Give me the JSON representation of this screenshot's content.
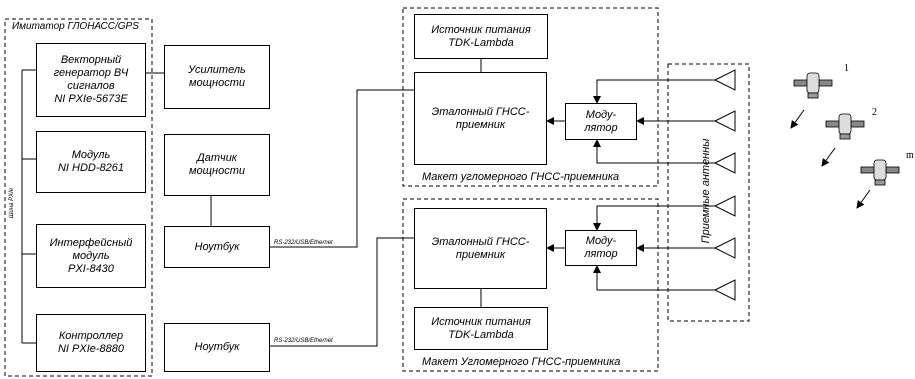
{
  "simulator": {
    "title": "Имитатор ГЛОНАСС/GPS",
    "bus_label": "Шина PXIe",
    "modules": [
      "Векторный\nгенератор ВЧ\nсигналов\nNI PXIe-5673E",
      "Модуль\nNI HDD-8261",
      "Интерфейсный\nмодуль\nPXI-8430",
      "Контроллер\nNI PXIe-8880"
    ]
  },
  "amplifier": "Усилитель\nмощности",
  "power_sensor": "Датчик\nмощности",
  "laptop_label": "Ноутбук",
  "interface_label": "RS-232/USB/Ethernet",
  "top_model": {
    "caption": "Макет угломерного ГНСС-приемника",
    "power_supply": "Источник питания\nTDK-Lambda",
    "receiver": "Эталонный ГНСС-\nприемник",
    "modulator": "Моду-\nлятор"
  },
  "bottom_model": {
    "caption": "Макет Угломерного ГНСС-приемника",
    "power_supply": "Источник питания\nTDK-Lambda",
    "receiver": "Эталонный ГНСС-\nприемник",
    "modulator": "Моду-\nлятор"
  },
  "antennas_label": "Приемные антенны",
  "satellite_labels": [
    "1",
    "2",
    "m"
  ]
}
